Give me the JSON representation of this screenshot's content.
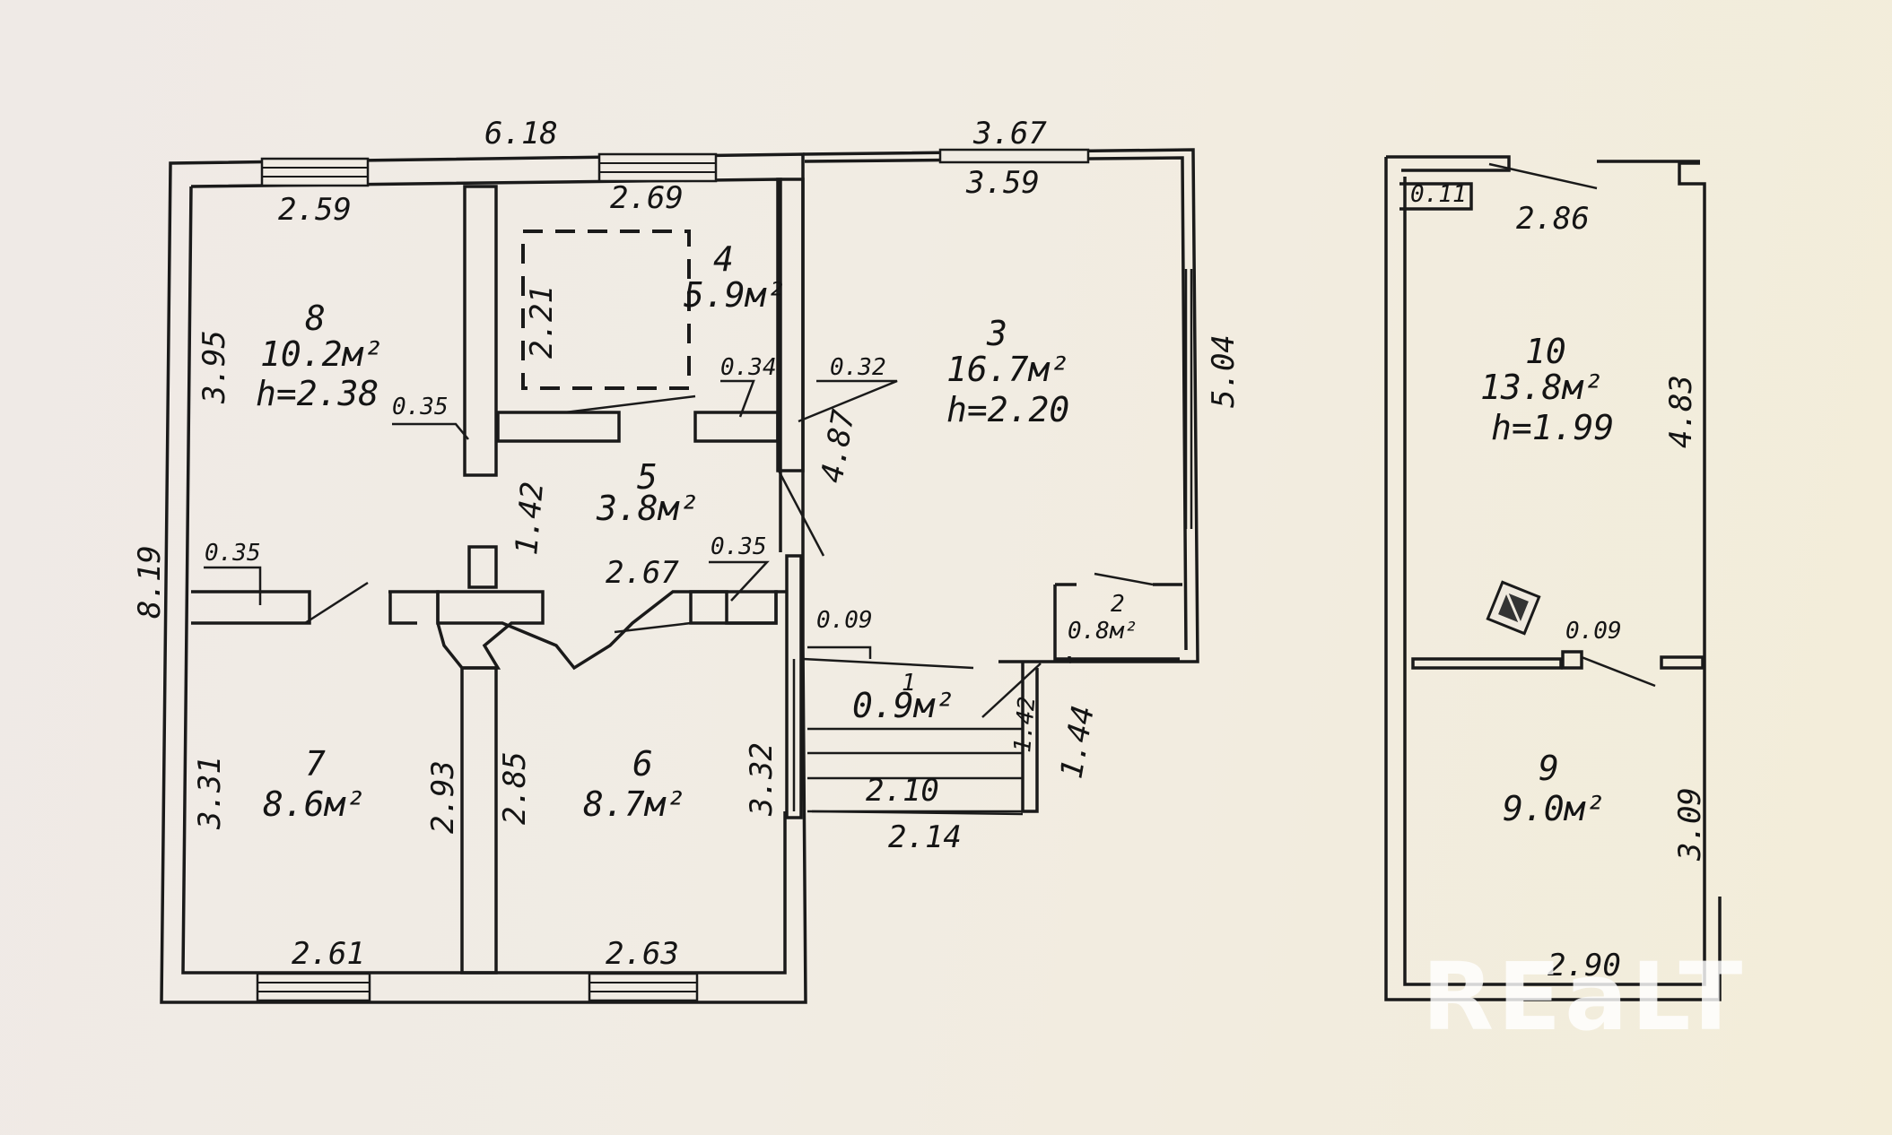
{
  "watermark": "REaLT",
  "house": {
    "rooms": [
      {
        "id": "room-8",
        "number": "8",
        "area": "10.2м²",
        "height": "h=2.38"
      },
      {
        "id": "room-4",
        "number": "4",
        "area": "5.9м²"
      },
      {
        "id": "room-3",
        "number": "3",
        "area": "16.7м²",
        "height": "h=2.20"
      },
      {
        "id": "room-5",
        "number": "5",
        "area": "3.8м²"
      },
      {
        "id": "room-2",
        "number": "2",
        "area": "0.8м²"
      },
      {
        "id": "room-1",
        "number": "1",
        "area": "0.9м²"
      },
      {
        "id": "room-7",
        "number": "7",
        "area": "8.6м²"
      },
      {
        "id": "room-6",
        "number": "6",
        "area": "8.7м²"
      }
    ],
    "dimensions": {
      "top_left_total": "6.18",
      "top_right_outer": "3.67",
      "top_right_inner": "3.59",
      "room8_width": "2.59",
      "room4_width": "2.69",
      "room4_depth": "2.21",
      "room8_depth": "3.95",
      "total_depth": "8.19",
      "room3_depth": "5.04",
      "wall_035_a": "0.35",
      "wall_034": "0.34",
      "wall_032": "0.32",
      "room3_inner": "4.87",
      "corridor_width": "1.42",
      "wall_035_b": "0.35",
      "wall_035_c": "0.35",
      "corridor_length": "2.67",
      "wall_009": "0.09",
      "porch_a": "1.42",
      "porch_b": "1.44",
      "steps_inner": "2.10",
      "steps_outer": "2.14",
      "room7_depth": "3.31",
      "room7_side": "2.93",
      "room6_side": "2.85",
      "room6_depth": "3.32",
      "room7_width": "2.61",
      "room6_width": "2.63"
    }
  },
  "annex": {
    "rooms": [
      {
        "id": "room-10",
        "number": "10",
        "area": "13.8м²",
        "height": "h=1.99"
      },
      {
        "id": "room-9",
        "number": "9",
        "area": "9.0м²"
      }
    ],
    "dimensions": {
      "corner": "0.11",
      "top_width": "2.86",
      "room10_depth": "4.83",
      "wall": "0.09",
      "room9_depth": "3.09",
      "bottom_width": "2.90"
    }
  }
}
